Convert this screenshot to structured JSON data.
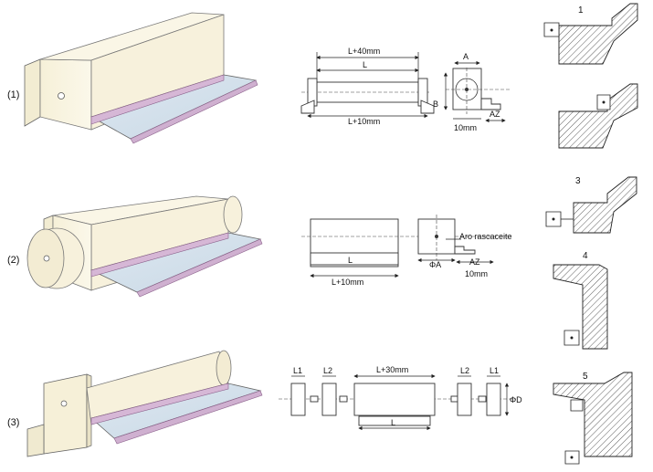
{
  "rows": [
    {
      "label": "(1)"
    },
    {
      "label": "(2)"
    },
    {
      "label": "(3)"
    }
  ],
  "drawing1": {
    "dim_top": "L+40mm",
    "dim_mid": "L",
    "dim_bottom": "L+10mm",
    "dim_a": "A",
    "dim_b": "B",
    "dim_az": "AZ",
    "dim_side_bottom": "10mm"
  },
  "drawing2": {
    "dim_inner": "L",
    "dim_bottom": "L+10mm",
    "dim_phi_a": "ΦA",
    "dim_az": "AZ",
    "dim_side_bottom": "10mm",
    "callout": "Aro rascaceite"
  },
  "drawing3": {
    "dim_l1_left": "L1",
    "dim_l2_left": "L2",
    "dim_top": "L+30mm",
    "dim_l2_right": "L2",
    "dim_l1_right": "L1",
    "dim_inner": "L",
    "dim_phi_d": "ΦD"
  },
  "sections": [
    "1",
    "3",
    "4",
    "5"
  ]
}
